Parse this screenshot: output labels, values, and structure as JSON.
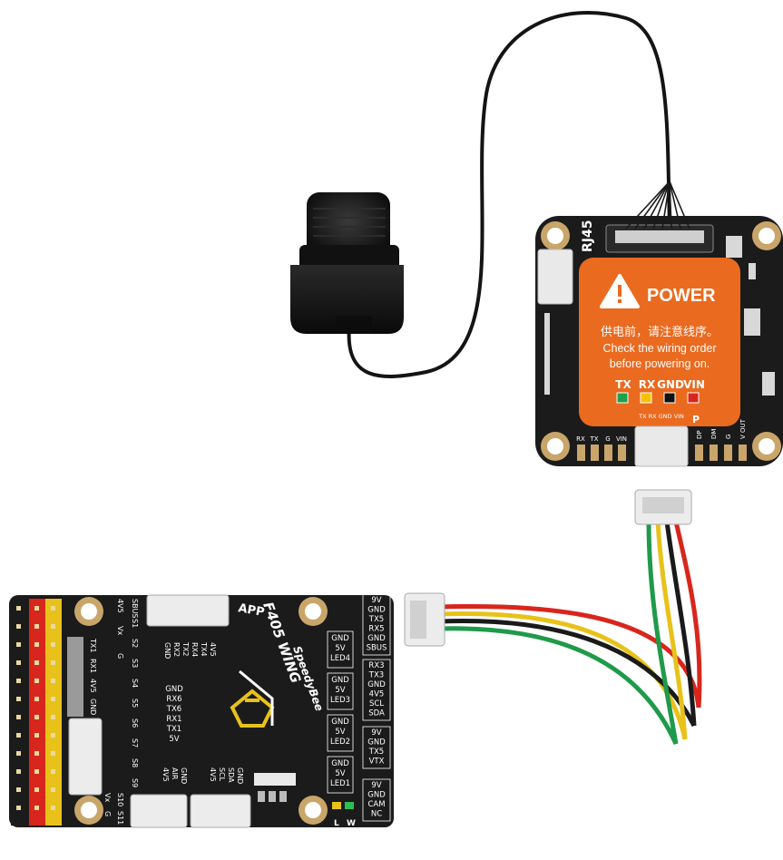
{
  "warning_label": {
    "title": "POWER",
    "line_cn": "供电前，请注意线序。",
    "line_en_1": "Check the wiring order",
    "line_en_2": "before powering on.",
    "pins": [
      {
        "label": "TX",
        "color": "#1aa34a"
      },
      {
        "label": "RX",
        "color": "#f2c200"
      },
      {
        "label": "GND",
        "color": "#111111"
      },
      {
        "label": "VIN",
        "color": "#d9261c"
      }
    ],
    "background_color": "#ea6a1f"
  },
  "vtx_board": {
    "rj45_label": "RJ45",
    "connector_label": "TX RX GND VIN",
    "connector_letter": "P",
    "bottom_pads": [
      "RX",
      "TX",
      "G",
      "VIN"
    ],
    "right_pads": [
      "DP",
      "DM",
      "G",
      "V OUT"
    ]
  },
  "fc_board": {
    "app_label": "APP",
    "model": "F405 WING",
    "brand": "SpeedyBee",
    "left_header_top": [
      "4V5",
      "Vx",
      "G"
    ],
    "servo_labels": [
      "SBUS",
      "S1",
      "S2",
      "S3",
      "S4",
      "S5",
      "S6",
      "S7",
      "S8",
      "S9"
    ],
    "servo_bottom": [
      "S10",
      "S11"
    ],
    "servo_bottom_2": [
      "Vx",
      "G"
    ],
    "uart1": [
      "TX1",
      "RX1",
      "4V5",
      "GND"
    ],
    "top_connector": [
      "4V5",
      "TX4",
      "RX4",
      "TX2",
      "RX2",
      "GND"
    ],
    "uart6": [
      "GND",
      "RX6",
      "TX6",
      "RX1",
      "TX1",
      "5V"
    ],
    "air_port": [
      "GND",
      "AIR",
      "4V5"
    ],
    "i2c_port": [
      "GND",
      "SDA",
      "SCL",
      "4V5"
    ],
    "led_blocks": [
      {
        "lines": [
          "GND",
          "5V",
          "LED4"
        ]
      },
      {
        "lines": [
          "GND",
          "5V",
          "LED3"
        ]
      },
      {
        "lines": [
          "GND",
          "5V",
          "LED2"
        ]
      },
      {
        "lines": [
          "GND",
          "5V",
          "LED1"
        ]
      }
    ],
    "right_blocks": [
      {
        "lines": [
          "9V",
          "GND",
          "TX5",
          "RX5",
          "GND",
          "SBUS"
        ]
      },
      {
        "lines": [
          "RX3",
          "TX3",
          "GND",
          "4V5",
          "SCL",
          "SDA"
        ]
      },
      {
        "lines": [
          "9V",
          "GND",
          "TX5",
          "VTX"
        ]
      },
      {
        "lines": [
          "9V",
          "GND",
          "CAM",
          "NC"
        ]
      }
    ],
    "status_letters": [
      "L",
      "W"
    ]
  },
  "cable_colors": {
    "red": "#d8261c",
    "yellow": "#e8c21a",
    "black": "#1a1a1a",
    "green": "#1f9a4a"
  }
}
